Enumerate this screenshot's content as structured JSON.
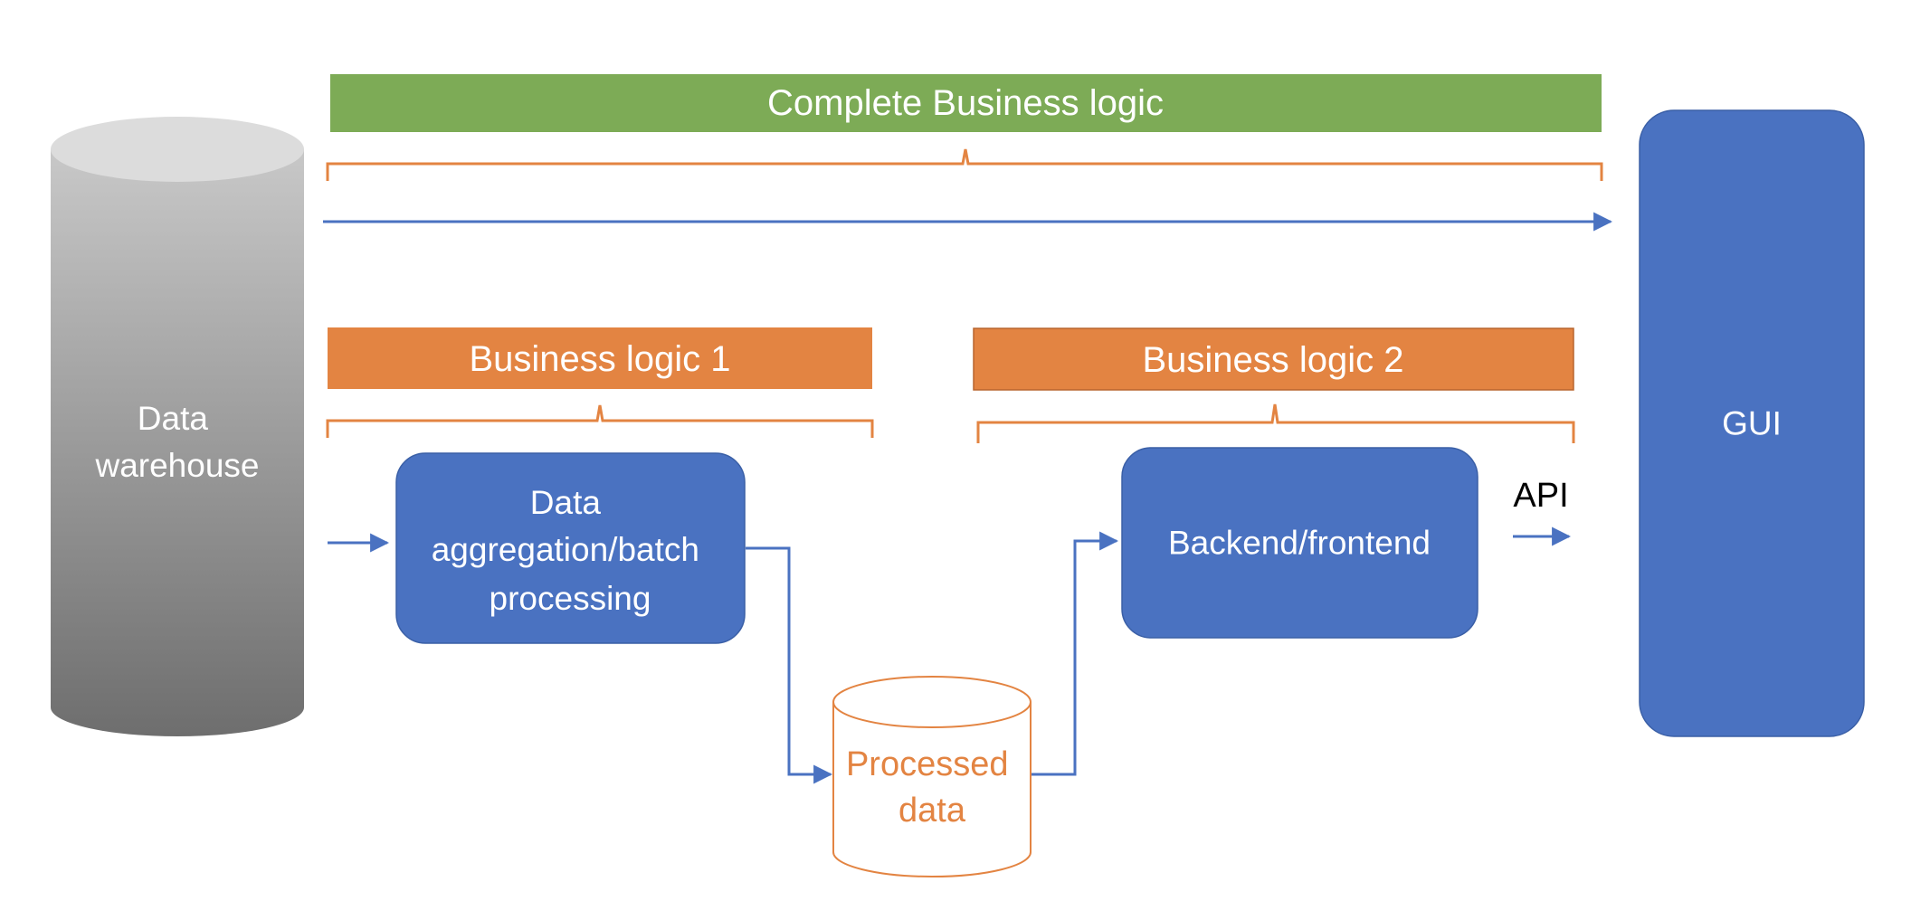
{
  "banners": {
    "complete": "Complete Business logic",
    "logic1": "Business logic 1",
    "logic2": "Business logic 2"
  },
  "stores": {
    "warehouse": [
      "Data",
      "warehouse"
    ],
    "processed": [
      "Processed",
      "data"
    ]
  },
  "processes": {
    "aggregation": [
      "Data",
      "aggregation/batch",
      "processing"
    ],
    "backend": "Backend/frontend",
    "gui": "GUI"
  },
  "connectors": {
    "api": "API"
  },
  "colors": {
    "blue": "#4a72c1",
    "blue_border": "#3a5fa6",
    "orange": "#e38442",
    "green": "#7dab56",
    "warehouse_top": "#dcdcdc",
    "warehouse_light": "#c8c8c8",
    "warehouse_dark": "#6e6e6e",
    "arrow": "#4a72c1"
  }
}
